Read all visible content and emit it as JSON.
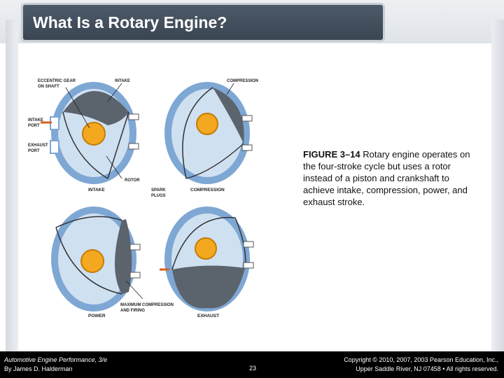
{
  "slide": {
    "title": "What Is a Rotary Engine?",
    "caption_label": "FIGURE 3–14",
    "caption_text": " Rotary engine operates on the four-stroke cycle but uses a rotor instead of a piston and crankshaft to achieve intake, compression, power, and exhaust stroke."
  },
  "figure": {
    "labels": {
      "eccentric_gear": "ECCENTRIC GEAR",
      "on_shaft": "ON SHAFT",
      "intake_top": "INTAKE",
      "compression_top": "COMPRESSION",
      "intake_port_1": "INTAKE",
      "intake_port_2": "PORT",
      "exhaust_port_1": "EXHAUST",
      "exhaust_port_2": "PORT",
      "rotor": "ROTOR",
      "spark_1": "SPARK",
      "spark_2": "PLUGS",
      "max_comp_1": "MAXIMUM COMPRESSION",
      "max_comp_2": "AND FIRING"
    },
    "panel_titles": {
      "intake": "INTAKE",
      "compression": "COMPRESSION",
      "power": "POWER",
      "exhaust": "EXHAUST"
    }
  },
  "footer": {
    "book_title": "Automotive Engine Performance, 3/e",
    "author": "By James D. Halderman",
    "page_number": "23",
    "copyright_line1": "Copyright © 2010, 2007, 2003 Pearson Education, Inc.,",
    "copyright_line2": "Upper Saddle River, NJ 07458 • All rights reserved."
  },
  "colors": {
    "housing_blue": "#7ea7d4",
    "rotor_gray": "#5b636d",
    "gear_orange": "#f4a81f",
    "title_bar": "#3f4a57"
  }
}
